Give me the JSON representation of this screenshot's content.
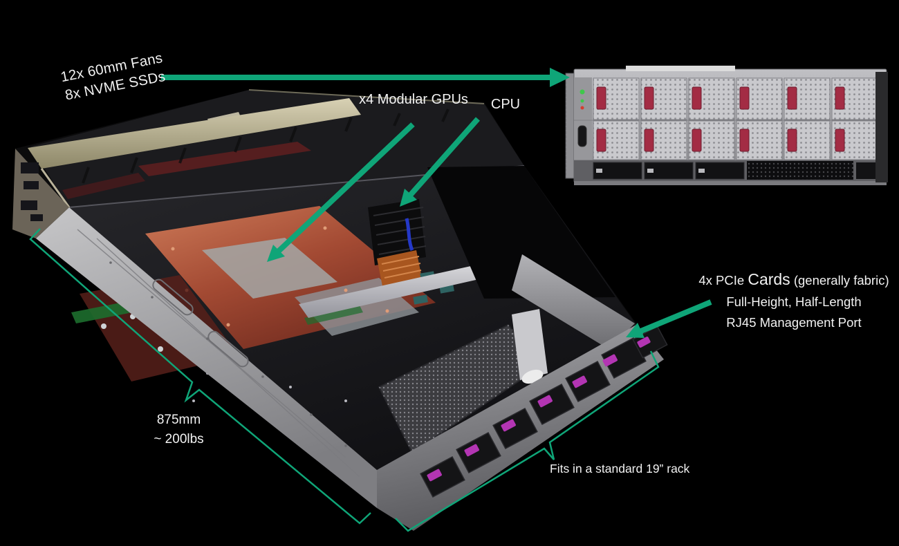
{
  "colors": {
    "background": "#000000",
    "accent_green": "#0FA578",
    "label_text": "#F2F2F2",
    "fan_handle_red": "#A32C44",
    "pcie_latch_magenta": "#B335B3",
    "copper_plate": "#C97253",
    "chassis_gray": "#A5A5A9"
  },
  "labels": {
    "fans": {
      "line1": "12x 60mm Fans",
      "line2": "8x NVME SSDs"
    },
    "gpu": "x4 Modular GPUs",
    "cpu": "CPU",
    "pcie": {
      "prefix": "4x PCIe ",
      "emphasis": "Cards",
      "suffix": " (generally fabric)",
      "line2": "Full-Height, Half-Length",
      "line3": "RJ45 Management Port"
    },
    "dimensions": {
      "line1": "875mm",
      "line2": "~ 200lbs"
    },
    "rack": "Fits in a standard 19” rack"
  }
}
